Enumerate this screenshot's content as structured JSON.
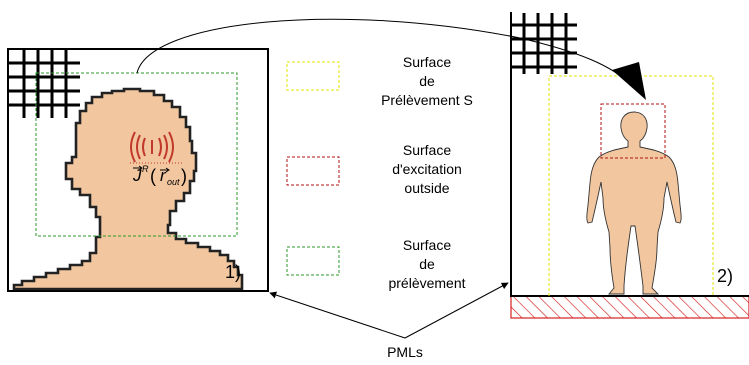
{
  "colors": {
    "skin": "#f2c7a0",
    "yellow_box": "#e6e600",
    "red_box": "#b01010",
    "green_box": "#2a9a2a",
    "ground_hatch": "#d42020",
    "source_waves": "#c0392b",
    "line": "#000000"
  },
  "panel1": {
    "label": "1)",
    "source_symbol_text": "J^R(r_out)"
  },
  "panel2": {
    "label": "2)"
  },
  "legend": [
    {
      "swatch": "yellow-dashed",
      "lines": [
        "Surface",
        "de",
        "Prélèvement S"
      ]
    },
    {
      "swatch": "red-dashed",
      "lines": [
        "Surface",
        "d'excitation",
        "outside"
      ]
    },
    {
      "swatch": "green-dashed",
      "lines": [
        "Surface",
        "de",
        "prélèvement"
      ]
    }
  ],
  "pml_label": "PMLs"
}
